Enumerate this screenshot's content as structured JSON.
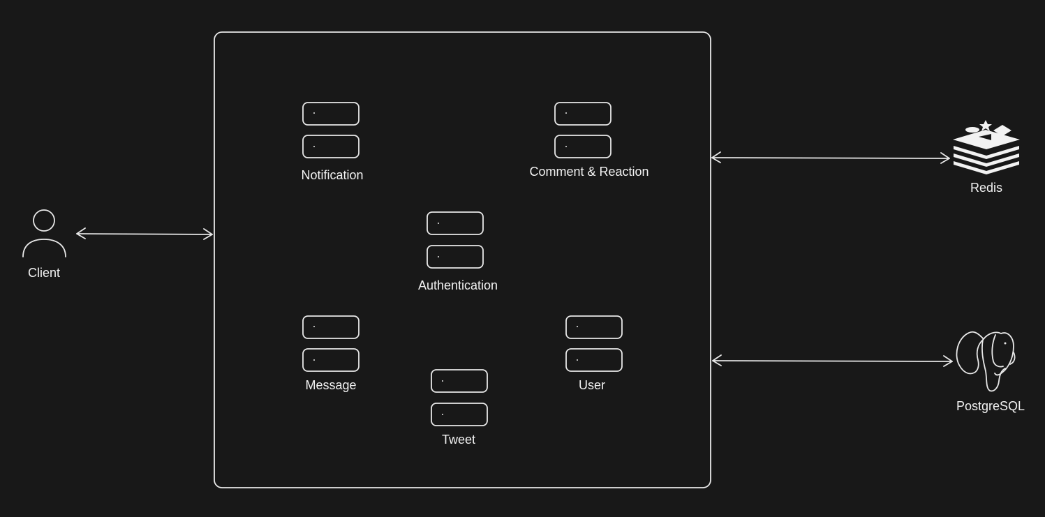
{
  "client": {
    "label": "Client",
    "icon": "user-icon"
  },
  "services": [
    {
      "label": "Notification"
    },
    {
      "label": "Comment & Reaction"
    },
    {
      "label": "Authentication"
    },
    {
      "label": "Message"
    },
    {
      "label": "Tweet"
    },
    {
      "label": "User"
    }
  ],
  "datastores": [
    {
      "label": "Redis",
      "icon": "redis-icon"
    },
    {
      "label": "PostgreSQL",
      "icon": "postgresql-elephant-icon"
    }
  ],
  "colors": {
    "background": "#181818",
    "stroke": "#e8e8e8",
    "text": "#f2f2f2"
  }
}
